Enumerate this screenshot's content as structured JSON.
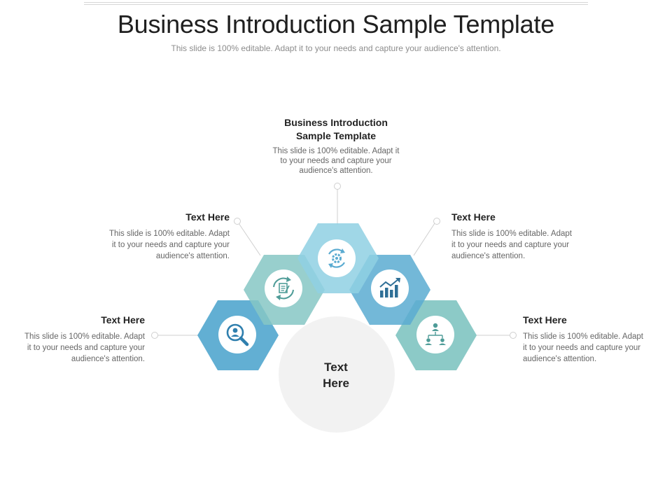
{
  "header": {
    "title": "Business Introduction Sample Template",
    "subtitle": "This slide is 100% editable. Adapt it to your needs and capture your audience's attention."
  },
  "center": {
    "label_line1": "Text",
    "label_line2": "Here"
  },
  "items": [
    {
      "heading_line1": "Business Introduction",
      "heading_line2": "Sample Template",
      "body_line1": "This slide is 100% editable. Adapt it",
      "body_line2": "to your needs and capture your",
      "body_line3": "audience's attention.",
      "icon": "gear-cycle-icon",
      "color": "#8fd0e3"
    },
    {
      "heading": "Text Here",
      "body_line1": "This slide is 100% editable. Adapt",
      "body_line2": "it to your needs and capture your",
      "body_line3": "audience's attention.",
      "icon": "document-refresh-icon",
      "color": "#86c7c4"
    },
    {
      "heading": "Text Here",
      "body_line1": "This slide is 100% editable. Adapt",
      "body_line2": "it to your needs and capture your",
      "body_line3": "audience's attention.",
      "icon": "growth-chart-icon",
      "color": "#5aabd1"
    },
    {
      "heading": "Text Here",
      "body_line1": "This slide is 100% editable. Adapt",
      "body_line2": "it to your needs and capture your",
      "body_line3": "audience's attention.",
      "icon": "magnifier-user-icon",
      "color": "#5aabd1"
    },
    {
      "heading": "Text Here",
      "body_line1": "This slide is 100% editable. Adapt",
      "body_line2": "it to your needs and capture your",
      "body_line3": "audience's attention.",
      "icon": "org-chart-icon",
      "color": "#86c7c4"
    }
  ],
  "colors": {
    "hex_blue": "#5aabd1",
    "hex_teal": "#86c7c4",
    "hex_light_blue": "#8fd0e3",
    "center_circle": "#f2f2f2",
    "connector": "#cfcfcf"
  }
}
